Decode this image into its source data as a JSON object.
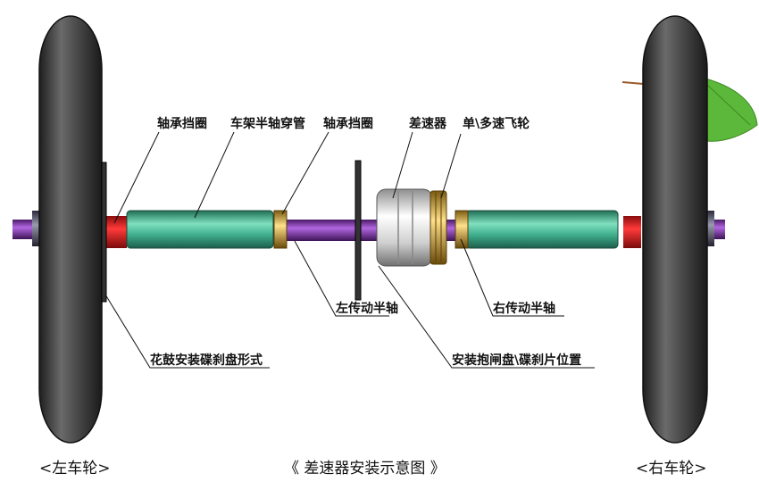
{
  "labels": {
    "bearing_ring_left": "轴承挡圈",
    "frame_axle_sleeve": "车架半轴穿管",
    "bearing_ring_right": "轴承挡圈",
    "differential": "差速器",
    "freewheel": "单\\多速飞轮",
    "left_half_shaft": "左传动半轴",
    "right_half_shaft": "右传动半轴",
    "hub_disc_mount": "花鼓安装碟刹盘形式",
    "brake_disc_position": "安装抱闸盘\\碟刹片位置"
  },
  "captions": {
    "left_wheel": "<左车轮>",
    "title": "《 差速器安装示意图 》",
    "right_wheel": "<右车轮>"
  },
  "colors": {
    "tire": "#3a3a3a",
    "sleeve": "#3fae8c",
    "shaft": "#8a3fb0",
    "red_part": "#d62020",
    "bearing": "#e0b040",
    "differential": "#d9d9d9",
    "leaf": "#5cb83a"
  },
  "icons": [
    "leaf-decoration"
  ]
}
